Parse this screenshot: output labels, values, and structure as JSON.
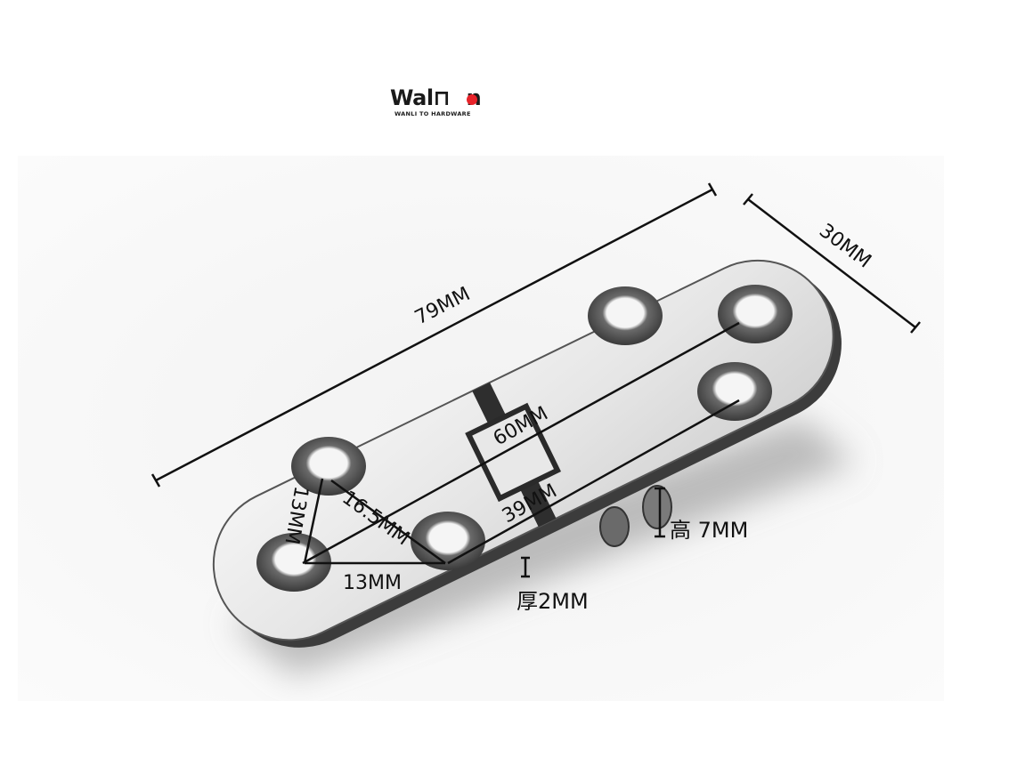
{
  "brand": {
    "name_prefix": "Wal",
    "name_suffix": "n",
    "tagline": "WANLI TO HARDWARE",
    "accent_color": "#e8232a"
  },
  "product": {
    "type": "flap hinge",
    "dimensions": {
      "overall_length": "79MM",
      "width": "30MM",
      "outer_hole_spacing": "60MM",
      "inner_hole_spacing": "39MM",
      "diagonal_spacing": "16.5MM",
      "horizontal_spacing": "13MM",
      "vertical_spacing": "13MM",
      "height": "高 7MM",
      "thickness": "厚2MM"
    }
  }
}
